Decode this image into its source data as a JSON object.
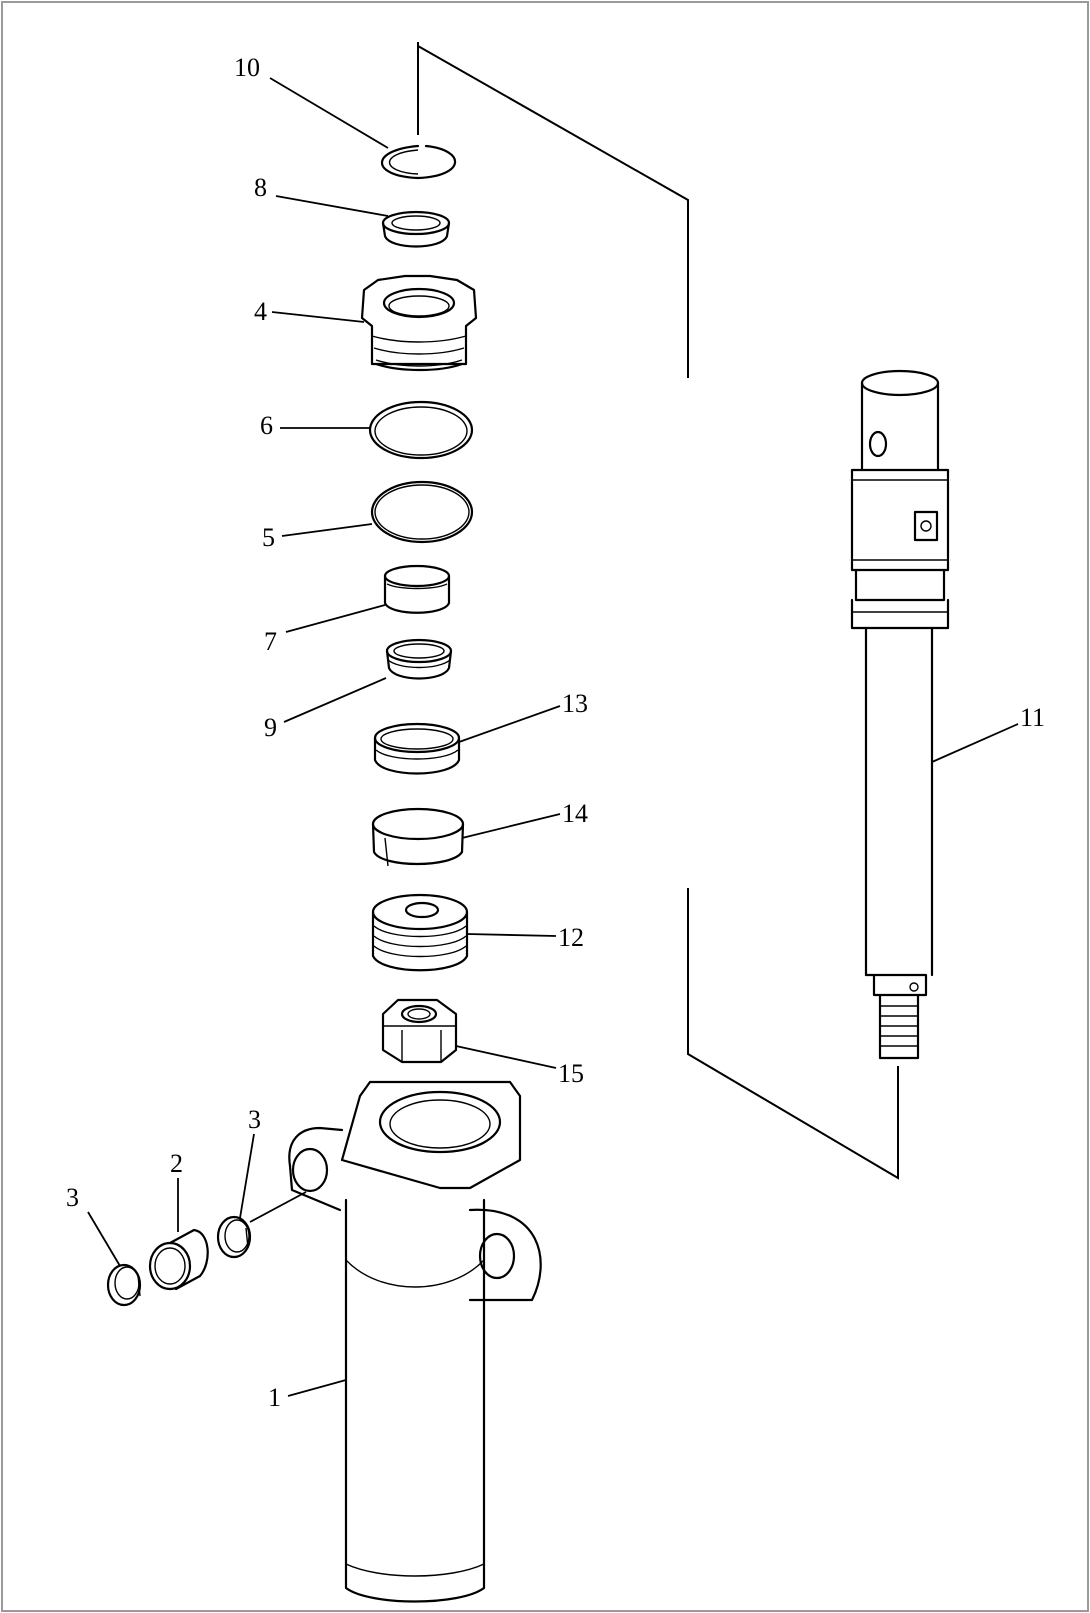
{
  "callouts": {
    "c1": "1",
    "c2": "2",
    "c3_left": "3",
    "c3_right": "3",
    "c4": "4",
    "c5": "5",
    "c6": "6",
    "c7": "7",
    "c8": "8",
    "c9": "9",
    "c10": "10",
    "c11": "11",
    "c12": "12",
    "c13": "13",
    "c14": "14",
    "c15": "15"
  }
}
